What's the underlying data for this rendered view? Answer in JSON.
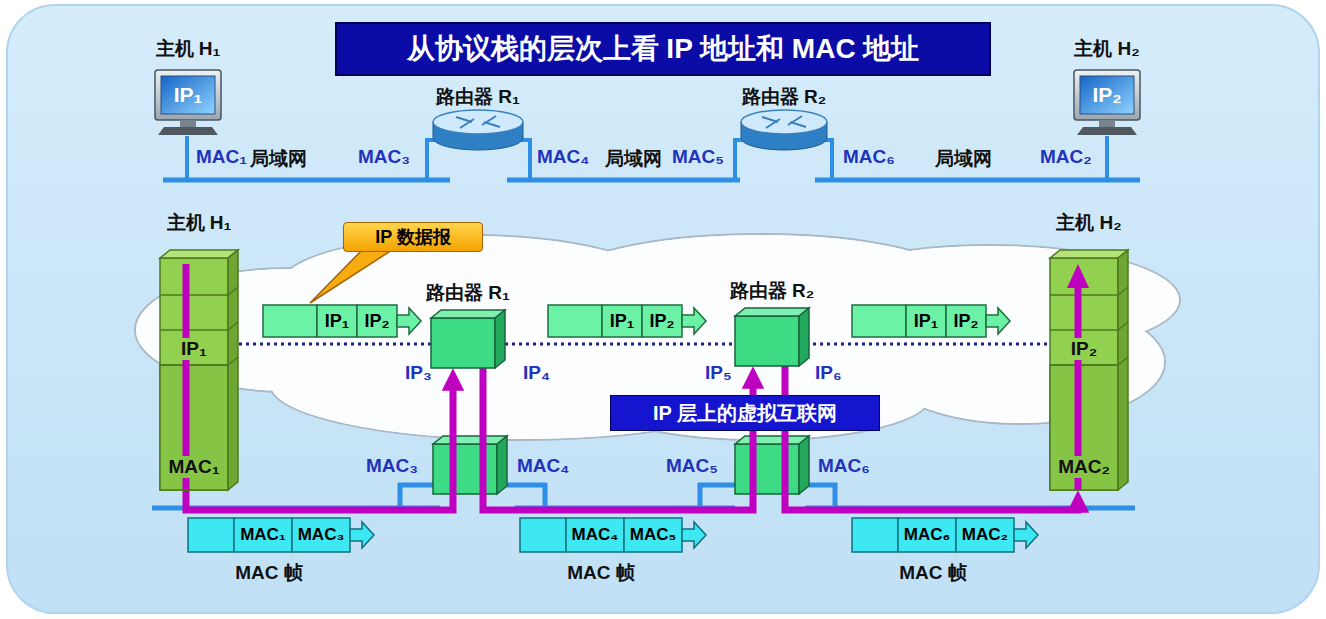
{
  "diagram": {
    "title": "从协议栈的层次上看 IP 地址和 MAC 地址",
    "nodes": [
      {
        "text": [
          "主机 H₁",
          "IP₁"
        ]
      },
      {
        "text": [
          "路由器 R₁"
        ]
      },
      {
        "text": [
          "路由器 R₂"
        ]
      },
      {
        "text": [
          "主机 H₂",
          "IP₂"
        ]
      },
      {
        "text": [
          "主机 H₁",
          "IP₁",
          "MAC₁"
        ]
      },
      {
        "text": [
          "主机 H₂",
          "IP₂",
          "MAC₂"
        ]
      },
      {
        "text": [
          "IP 数据报"
        ]
      },
      {
        "text": [
          "路由器 R₁"
        ]
      },
      {
        "text": [
          "路由器 R₂"
        ]
      },
      {
        "text": [
          "IP₁",
          "IP₂"
        ]
      },
      {
        "text": [
          "IP₁",
          "IP₂"
        ]
      },
      {
        "text": [
          "IP₁",
          "IP₂"
        ]
      },
      {
        "text": [
          "IP 层上的虚拟互联网"
        ]
      },
      {
        "text": [
          "MAC₁",
          "MAC₃",
          "MAC 帧"
        ]
      },
      {
        "text": [
          "MAC₄",
          "MAC₅",
          "MAC 帧"
        ]
      },
      {
        "text": [
          "MAC₆",
          "MAC₂",
          "MAC 帧"
        ]
      }
    ],
    "edges": [
      {
        "from": 4,
        "to": 7,
        "arrow": "to"
      },
      {
        "from": 7,
        "to": 8,
        "arrow": "to"
      },
      {
        "from": 8,
        "to": 5,
        "arrow": "to"
      }
    ],
    "labels": [
      "MAC₁",
      "局域网",
      "MAC₃",
      "MAC₄",
      "局域网",
      "MAC₅",
      "MAC₆",
      "局域网",
      "MAC₂",
      "IP₃",
      "IP₄",
      "IP₅",
      "IP₆",
      "MAC₃",
      "MAC₄",
      "MAC₅",
      "MAC₆"
    ]
  }
}
